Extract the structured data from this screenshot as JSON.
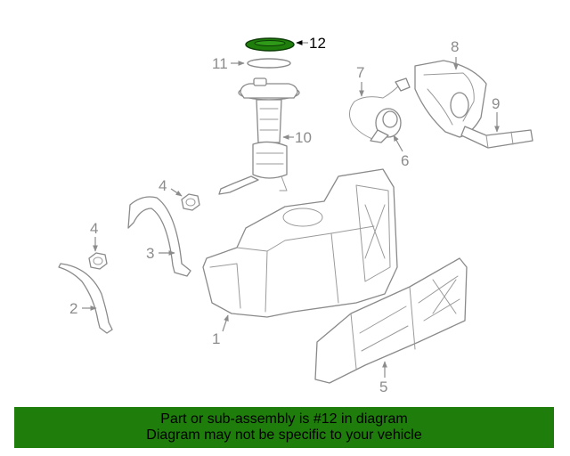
{
  "diagram": {
    "callouts": {
      "c1": "1",
      "c2": "2",
      "c3": "3",
      "c4a": "4",
      "c4b": "4",
      "c5": "5",
      "c6": "6",
      "c7": "7",
      "c8": "8",
      "c9": "9",
      "c10": "10",
      "c11": "11",
      "c12": "12"
    },
    "highlight_color": "#1f7d0c",
    "highlighted_part": "12"
  },
  "banner": {
    "line1": "Part or sub-assembly is #12 in diagram",
    "line2": "Diagram may not be specific to your vehicle",
    "background": "#1f7d0c"
  }
}
